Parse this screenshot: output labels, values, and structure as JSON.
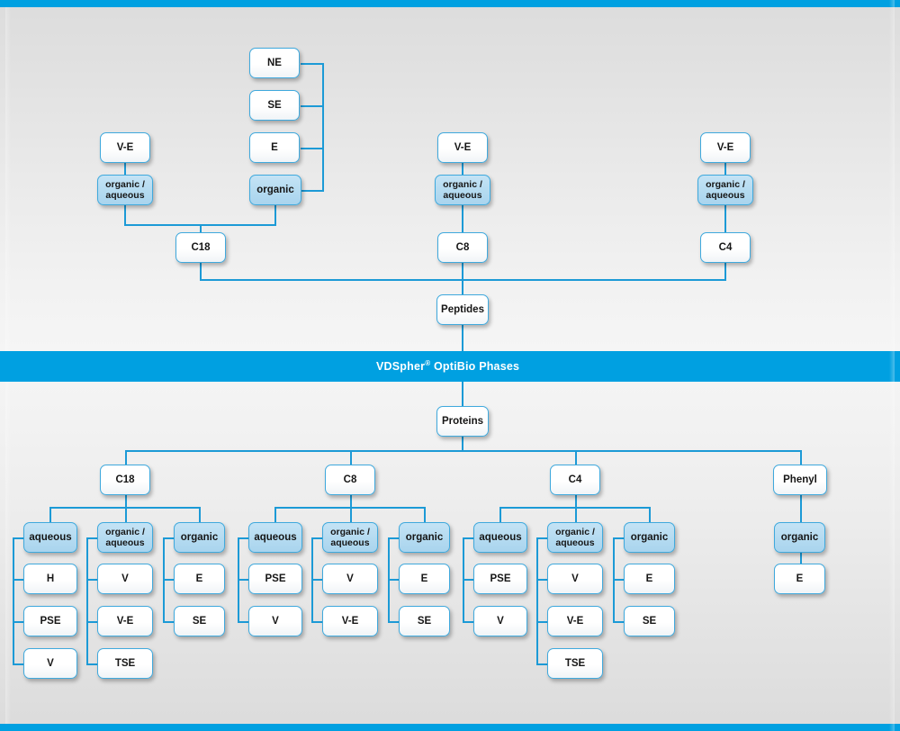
{
  "banner": {
    "brand": "VDSpher",
    "sup": "®",
    "rest": " OptiBio Phases"
  },
  "theme": {
    "accent": "#00a0e1",
    "line": "#1c9ad6",
    "box_fill": "#ffffff",
    "box_fill_blue": "#b3daf0",
    "border": "#3fa9dd",
    "bg": "#ececec"
  },
  "diagram": {
    "type": "tree",
    "roots": [
      "Peptides",
      "Proteins"
    ],
    "peptides": {
      "label": "Peptides",
      "phases": [
        {
          "label": "C18",
          "groups": [
            {
              "label": "organic /\naqueous",
              "kind": "blue",
              "items": [
                "V-E"
              ]
            },
            {
              "label": "organic",
              "kind": "blue",
              "items": [
                "NE",
                "SE",
                "E"
              ]
            }
          ]
        },
        {
          "label": "C8",
          "groups": [
            {
              "label": "organic /\naqueous",
              "kind": "blue",
              "items": [
                "V-E"
              ]
            }
          ]
        },
        {
          "label": "C4",
          "groups": [
            {
              "label": "organic /\naqueous",
              "kind": "blue",
              "items": [
                "V-E"
              ]
            }
          ]
        }
      ]
    },
    "proteins": {
      "label": "Proteins",
      "phases": [
        {
          "label": "C18",
          "groups": [
            {
              "label": "aqueous",
              "kind": "blue",
              "items": [
                "H",
                "PSE",
                "V"
              ]
            },
            {
              "label": "organic /\naqueous",
              "kind": "blue",
              "items": [
                "V",
                "V-E",
                "TSE"
              ]
            },
            {
              "label": "organic",
              "kind": "blue",
              "items": [
                "E",
                "SE"
              ]
            }
          ]
        },
        {
          "label": "C8",
          "groups": [
            {
              "label": "aqueous",
              "kind": "blue",
              "items": [
                "PSE",
                "V"
              ]
            },
            {
              "label": "organic /\naqueous",
              "kind": "blue",
              "items": [
                "V",
                "V-E"
              ]
            },
            {
              "label": "organic",
              "kind": "blue",
              "items": [
                "E",
                "SE"
              ]
            }
          ]
        },
        {
          "label": "C4",
          "groups": [
            {
              "label": "aqueous",
              "kind": "blue",
              "items": [
                "PSE",
                "V"
              ]
            },
            {
              "label": "organic /\naqueous",
              "kind": "blue",
              "items": [
                "V",
                "V-E",
                "TSE"
              ]
            },
            {
              "label": "organic",
              "kind": "blue",
              "items": [
                "E",
                "SE"
              ]
            }
          ]
        },
        {
          "label": "Phenyl",
          "groups": [
            {
              "label": "organic",
              "kind": "blue",
              "items": [
                "E"
              ]
            }
          ]
        }
      ]
    }
  },
  "nodes": {
    "p_ne": "NE",
    "p_se": "SE",
    "p_e": "E",
    "p_organic": "organic",
    "p_ve_c18": "V-E",
    "p_oa_c18": "organic /\naqueous",
    "p_c18": "C18",
    "p_ve_c8": "V-E",
    "p_oa_c8": "organic /\naqueous",
    "p_c8": "C8",
    "p_ve_c4": "V-E",
    "p_oa_c4": "organic /\naqueous",
    "p_c4": "C4",
    "peptides": "Peptides",
    "proteins": "Proteins",
    "r_c18": "C18",
    "r_c8": "C8",
    "r_c4": "C4",
    "r_phenyl": "Phenyl",
    "c18_aq": "aqueous",
    "c18_aq_1": "H",
    "c18_aq_2": "PSE",
    "c18_aq_3": "V",
    "c18_oa": "organic /\naqueous",
    "c18_oa_1": "V",
    "c18_oa_2": "V-E",
    "c18_oa_3": "TSE",
    "c18_or": "organic",
    "c18_or_1": "E",
    "c18_or_2": "SE",
    "c8_aq": "aqueous",
    "c8_aq_1": "PSE",
    "c8_aq_2": "V",
    "c8_oa": "organic /\naqueous",
    "c8_oa_1": "V",
    "c8_oa_2": "V-E",
    "c8_or": "organic",
    "c8_or_1": "E",
    "c8_or_2": "SE",
    "c4_aq": "aqueous",
    "c4_aq_1": "PSE",
    "c4_aq_2": "V",
    "c4_oa": "organic /\naqueous",
    "c4_oa_1": "V",
    "c4_oa_2": "V-E",
    "c4_oa_3": "TSE",
    "c4_or": "organic",
    "c4_or_1": "E",
    "c4_or_2": "SE",
    "ph_or": "organic",
    "ph_or_1": "E"
  }
}
